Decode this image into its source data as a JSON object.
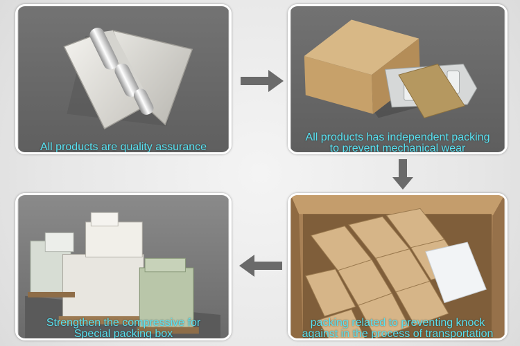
{
  "panels": [
    {
      "caption": [
        "All products are quality assurance"
      ],
      "scene": "hinge-product-image"
    },
    {
      "caption": [
        "All products has independent packing",
        "to prevent mechanical wear"
      ],
      "scene": "kraft-box-image"
    },
    {
      "caption": [
        "Strengthen the compressive for",
        "Special packing box"
      ],
      "scene": "pallet-stack-image"
    },
    {
      "caption": [
        "packing related to preventing knock",
        "against in the process of transportation"
      ],
      "scene": "carton-boxes-image"
    }
  ],
  "colors": {
    "caption": "#58e2f2",
    "panel_border": "#ffffff",
    "panel_background": "#6c6c6c",
    "arrow": "#6a6a6a"
  },
  "icons": {
    "flow_right": "arrow-right-icon",
    "flow_down": "arrow-down-icon",
    "flow_left": "arrow-left-icon"
  }
}
